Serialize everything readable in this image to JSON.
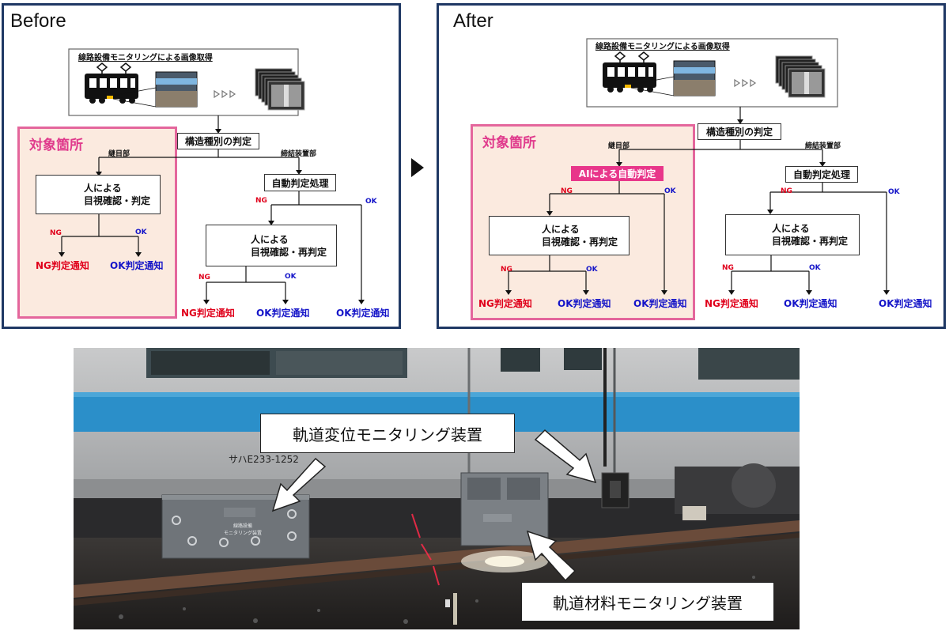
{
  "before": {
    "title": "Before",
    "acquire_label": "線路設備モニタリングによる画像取得",
    "structure_label": "構造種別の判定",
    "target_label": "対象箇所",
    "joint_label": "継目部",
    "fastener_label": "締結装置部",
    "human_check": "人による\n目視確認・判定",
    "auto_judge": "自動判定処理",
    "human_recheck": "人による\n目視確認・再判定",
    "ng": "NG",
    "ok": "OK",
    "ng_notice": "NG判定通知",
    "ok_notice": "OK判定通知"
  },
  "after": {
    "title": "After",
    "acquire_label": "線路設備モニタリングによる画像取得",
    "structure_label": "構造種別の判定",
    "target_label": "対象箇所",
    "joint_label": "継目部",
    "fastener_label": "締結装置部",
    "ai_judge": "AIによる自動判定",
    "auto_judge": "自動判定処理",
    "human_recheck": "人による\n目視確認・再判定",
    "ng": "NG",
    "ok": "OK",
    "ng_notice": "NG判定通知",
    "ok_notice": "OK判定通知"
  },
  "photo": {
    "callout_displacement": "軌道変位モニタリング装置",
    "callout_material": "軌道材料モニタリング装置",
    "car_number": "サハE233-1252",
    "device_label": "線路設備\nモニタリング装置"
  },
  "colors": {
    "frame": "#1f3864",
    "target_border": "#e4669c",
    "target_fill": "#fbeadf",
    "ng": "#e0001b",
    "ok": "#1414c8",
    "ai": "#e8368a"
  }
}
